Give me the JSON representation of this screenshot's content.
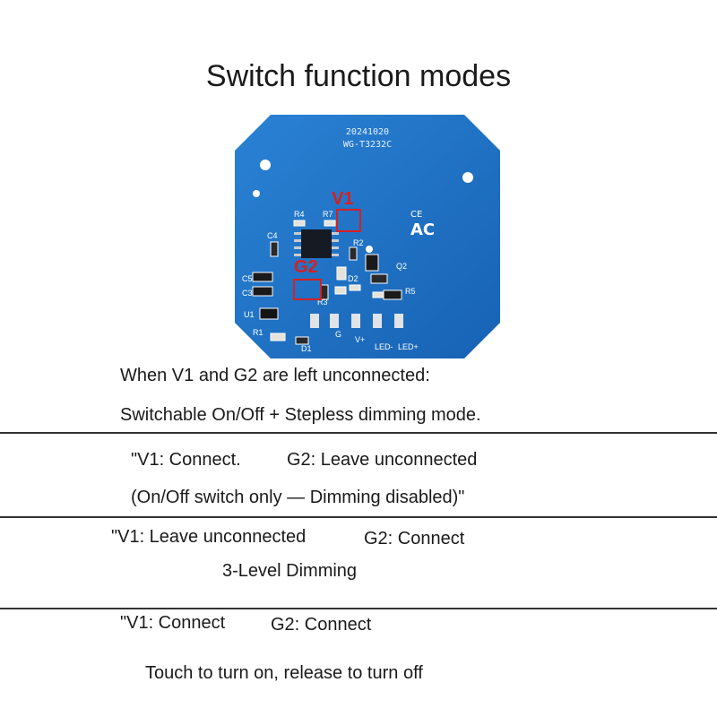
{
  "title": "Switch function modes",
  "board": {
    "date_code": "20241020",
    "model": "WG-T3232C",
    "marker_v1": "V1",
    "marker_g2": "G2",
    "labels": {
      "r4": "R4",
      "r7": "R7",
      "r2": "R2",
      "c4": "C4",
      "c5": "C5",
      "c3": "C3",
      "u1": "U1",
      "r1": "R1",
      "d1": "D1",
      "d2": "D2",
      "q2": "Q2",
      "r5": "R5",
      "r3": "R3",
      "g": "G",
      "vplus": "V+",
      "led_minus": "LED-",
      "led_plus": "LED+"
    },
    "colors": {
      "pcb": "#1e73c8",
      "marker": "#d62020"
    }
  },
  "modes": [
    {
      "line1": "When V1 and G2 are left unconnected:",
      "line2": "Switchable On/Off + Stepless dimming mode."
    },
    {
      "line1a": "\"V1: Connect.",
      "line1b": "G2: Leave unconnected",
      "line2": "(On/Off switch only — Dimming disabled)\""
    },
    {
      "line1a": "\"V1: Leave unconnected",
      "line1b": "G2: Connect",
      "line2": "3-Level Dimming"
    },
    {
      "line1a": "\"V1: Connect",
      "line1b": "G2: Connect",
      "line2": "Touch to turn on, release to turn off"
    }
  ]
}
